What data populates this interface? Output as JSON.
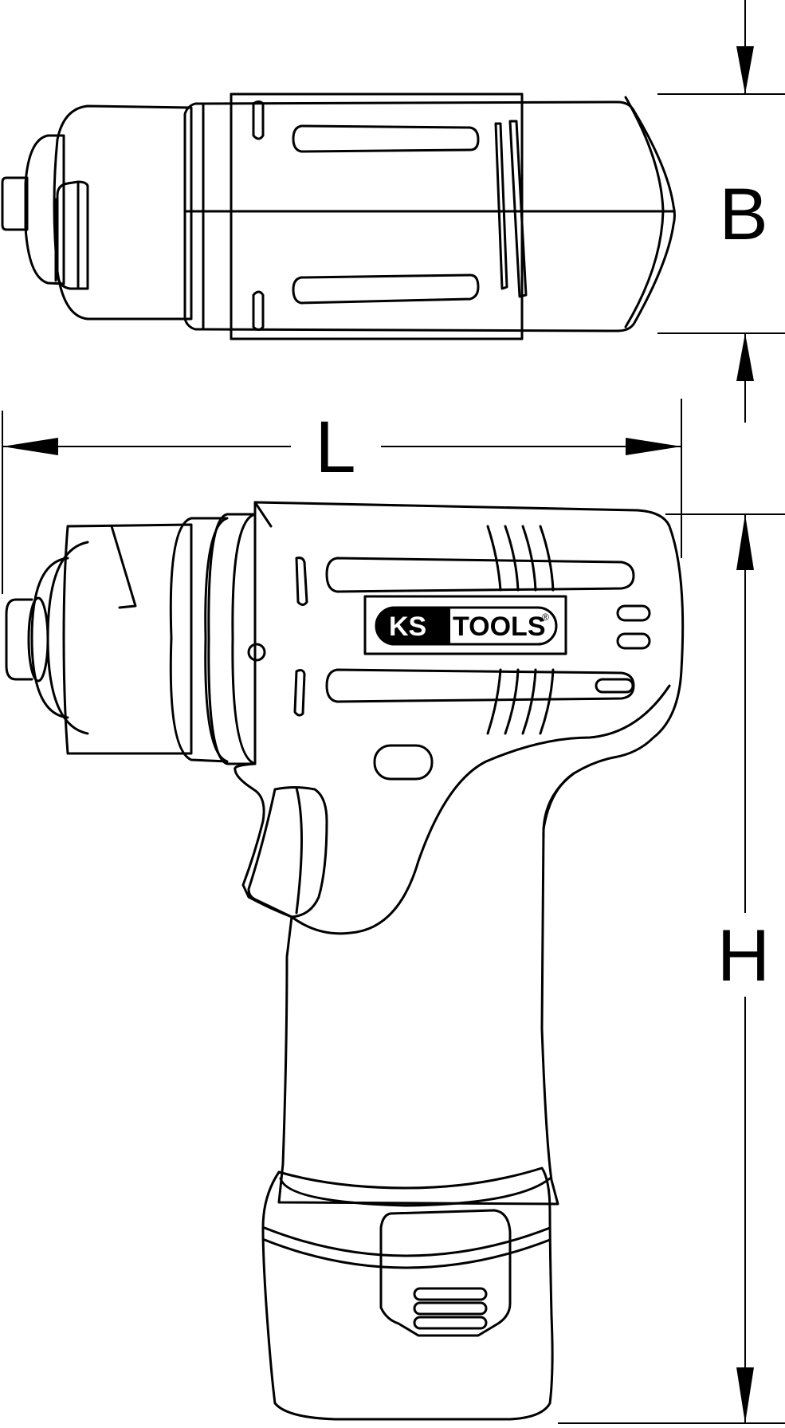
{
  "dimensions": {
    "length_label": "L",
    "width_label": "B",
    "height_label": "H"
  },
  "brand": {
    "logo_prefix": "KS",
    "logo_suffix": "TOOLS",
    "logo_mark": "®"
  }
}
